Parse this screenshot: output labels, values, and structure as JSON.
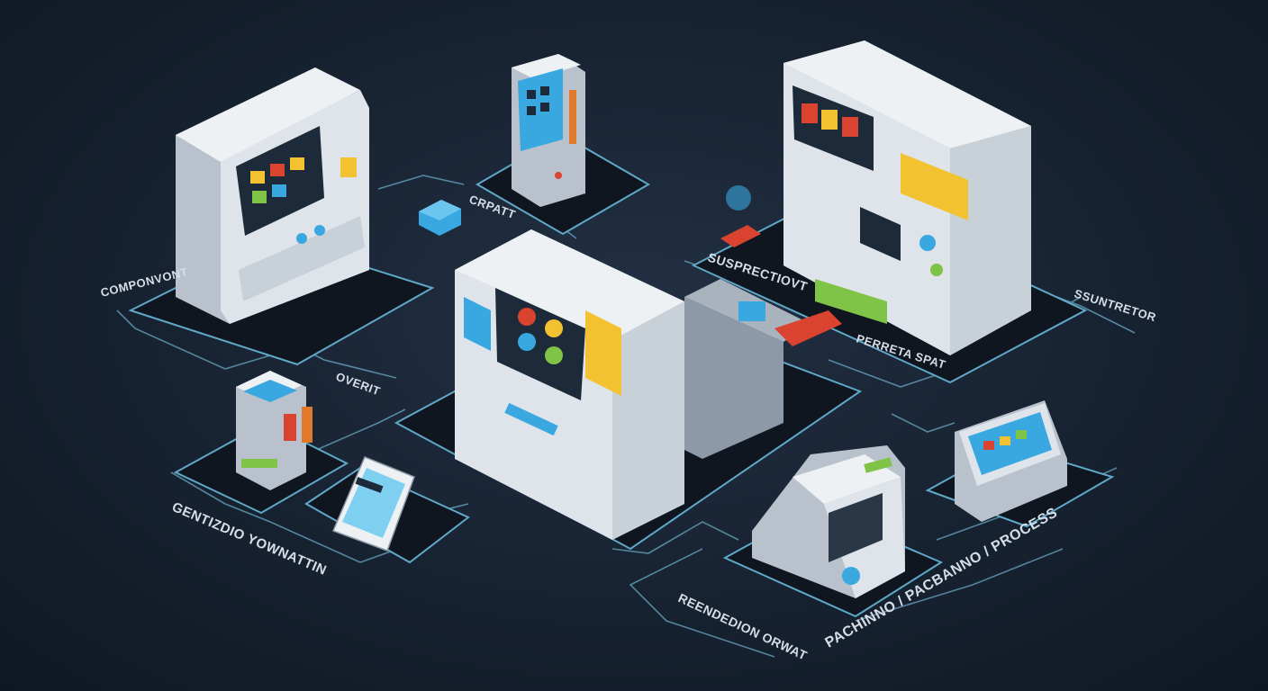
{
  "labels": {
    "component": "COMPONVONT",
    "crpatt": "CRPATT",
    "suspection": "SUSPRECTIOVT",
    "sruntreor": "SSUNTRETOR",
    "perfect": "PERRETA SPAT",
    "overit": "OVERIT",
    "genticon": "GENTIZDIO YOWNATTIN",
    "reendetion": "REENDEDION ORWAT",
    "process": "PACHINNO / PACBANNO / PROCESS"
  },
  "colors": {
    "background": "#172231",
    "platform": "#10161f",
    "platform_edge": "#5fa8c8",
    "machine_body": "#dfe4ea",
    "machine_shade": "#b9c2cc",
    "screen": "#1c2a3a",
    "accent_yellow": "#f2c230",
    "accent_red": "#d9432f",
    "accent_blue": "#3aa8e0",
    "accent_green": "#7fc347",
    "line": "#6aa7c2"
  },
  "icons": [
    "kiosk-machine",
    "card-terminal",
    "central-processor",
    "industrial-unit",
    "card-reader",
    "printer-unit",
    "display-terminal"
  ]
}
